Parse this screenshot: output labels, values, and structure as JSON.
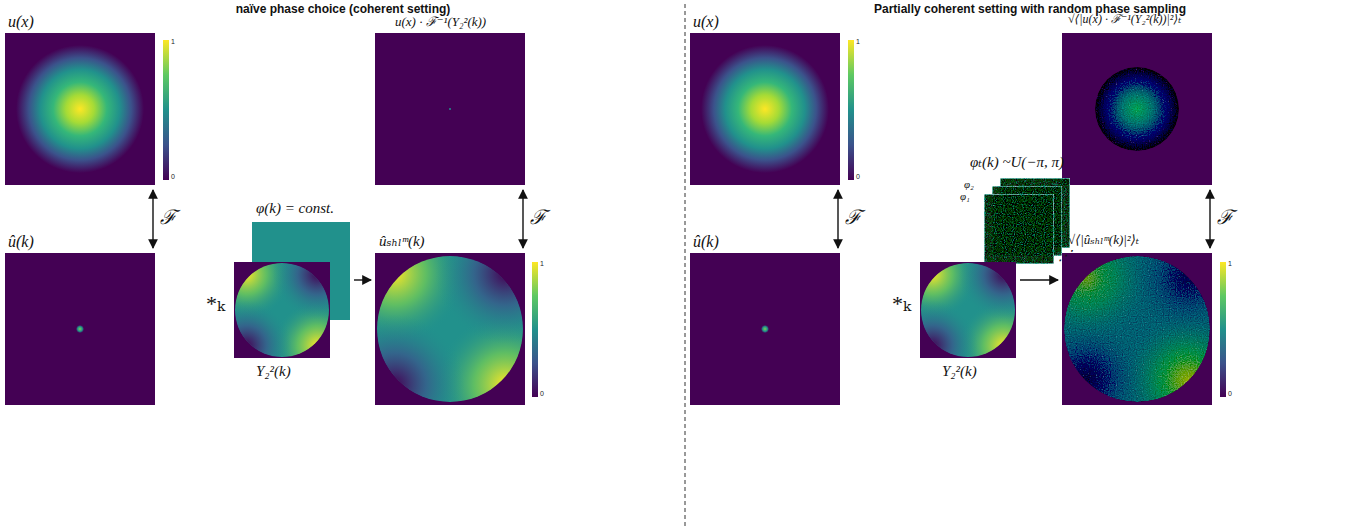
{
  "diagram": {
    "nodes": [
      {
        "text": [
          "u(x)"
        ]
      },
      {
        "text": [
          "u(x) · ℱ⁻¹(Y₂²(k))"
        ]
      },
      {
        "text": [
          "û(k)"
        ]
      },
      {
        "text": [
          "Y₂²(k)"
        ]
      },
      {
        "text": [
          "φ(k) = const."
        ]
      },
      {
        "text": [
          "ûₛₕₗᵐ(k)"
        ]
      },
      {
        "text": [
          "u(x)"
        ]
      },
      {
        "text": [
          "√⟨|u(x) · ℱ⁻¹(Y₂²(k))|²⟩ₜ"
        ]
      },
      {
        "text": [
          "û(k)"
        ]
      },
      {
        "text": [
          "Y₂²(k)"
        ]
      },
      {
        "text": [
          "φₜ(k) ~U(−π, π)",
          "φ₂",
          "φ₁",
          "⋰"
        ]
      },
      {
        "text": [
          "√⟨|ûₛₕₗᵐ(k)|²⟩ₜ"
        ]
      }
    ],
    "edges": [
      {
        "from": 0,
        "to": 2,
        "label": "ℱ",
        "arrow": "both"
      },
      {
        "from": 1,
        "to": 5,
        "label": "ℱ",
        "arrow": "both"
      },
      {
        "from": 4,
        "to": 5,
        "arrow": "to"
      },
      {
        "from": 6,
        "to": 8,
        "label": "ℱ",
        "arrow": "both"
      },
      {
        "from": 7,
        "to": 11,
        "label": "ℱ",
        "arrow": "both"
      },
      {
        "from": 9,
        "to": 11,
        "arrow": "to"
      }
    ],
    "labels": [
      "naïve phase choice (coherent setting)",
      "Partially coherent setting with random phase sampling",
      "*ₖ",
      "*ₖ",
      "1",
      "0",
      "1",
      "0",
      "1",
      "0",
      "1",
      "0"
    ]
  }
}
